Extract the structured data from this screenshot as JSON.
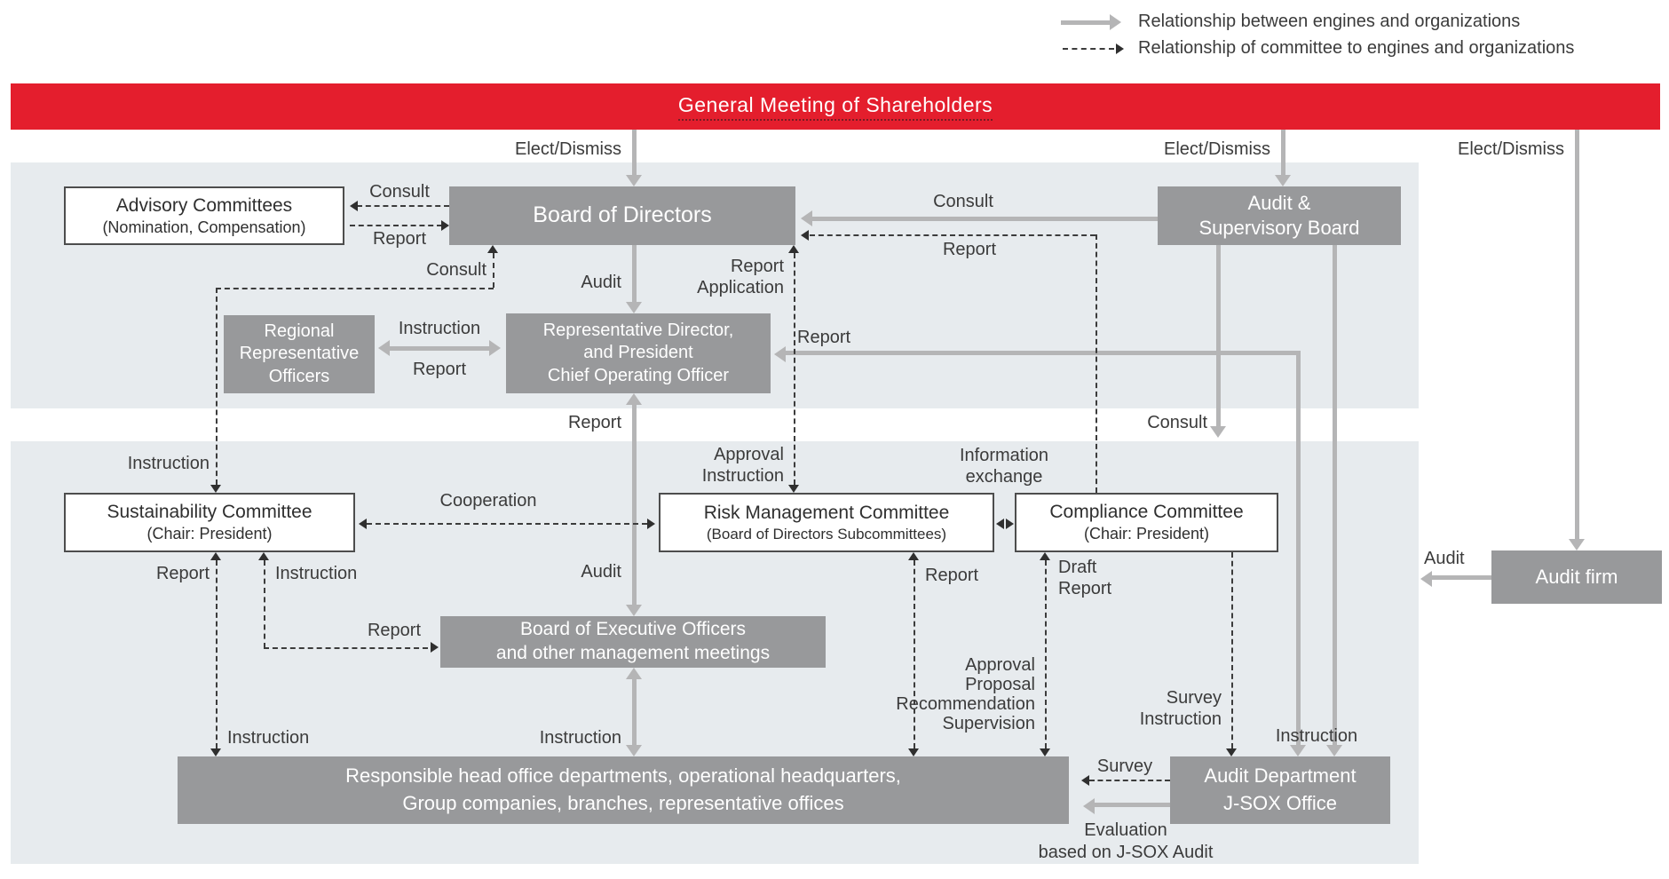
{
  "legend": {
    "solid_label": "Relationship between engines and organizations",
    "dashed_label": "Relationship of committee to engines and organizations"
  },
  "banner": {
    "title": "General Meeting of Shareholders"
  },
  "colors": {
    "accent_red": "#e41e2d",
    "panel": "#e7ebee",
    "box_gray": "#98999b",
    "arrow_gray": "#b5b5b6",
    "dashed_dark": "#3c3c3c"
  },
  "boxes": {
    "advisory": {
      "line1": "Advisory Committees",
      "line2": "(Nomination, Compensation)"
    },
    "bod": {
      "label": "Board of Directors"
    },
    "asb": {
      "line1": "Audit &",
      "line2": "Supervisory Board"
    },
    "regional": {
      "line1": "Regional",
      "line2": "Representative",
      "line3": "Officers"
    },
    "repdir": {
      "line1": "Representative Director,",
      "line2": "and President",
      "line3": "Chief Operating Officer"
    },
    "sustainability": {
      "line1": "Sustainability Committee",
      "line2": "(Chair: President)"
    },
    "risk": {
      "line1": "Risk Management Committee",
      "line2": "(Board of Directors Subcommittees)"
    },
    "compliance": {
      "line1": "Compliance Committee",
      "line2": "(Chair: President)"
    },
    "executive": {
      "line1": "Board of Executive Officers",
      "line2": "and other management meetings"
    },
    "responsible": {
      "line1": "Responsible head office departments, operational headquarters,",
      "line2": "Group companies, branches, representative offices"
    },
    "audit_dept": {
      "line1": "Audit Department",
      "line2": "J-SOX Office"
    },
    "audit_firm": {
      "label": "Audit firm"
    }
  },
  "labels": {
    "elect_dismiss_1": "Elect/Dismiss",
    "elect_dismiss_2": "Elect/Dismiss",
    "elect_dismiss_3": "Elect/Dismiss",
    "consult_1": "Consult",
    "report_1": "Report",
    "consult_2": "Consult",
    "report_2": "Report",
    "audit_1": "Audit",
    "consult_3": "Consult",
    "instruction_1": "Instruction",
    "report_3": "Report",
    "application": "Application",
    "approval_1": "Approval",
    "instruction_2": "Instruction",
    "instruction_3": "Instruction",
    "report_4": "Report",
    "report_5": "Report",
    "consult_4": "Consult",
    "report_6": "Report",
    "audit_2": "Audit",
    "cooperation": "Cooperation",
    "information": "Information",
    "exchange": "exchange",
    "report_7": "Report",
    "instruction_4": "Instruction",
    "report_8": "Report",
    "report_9": "Report",
    "draft": "Draft",
    "report_10": "Report",
    "approval_2": "Approval",
    "proposal": "Proposal",
    "recommendation": "Recommendation",
    "supervision": "Supervision",
    "instruction_5": "Instruction",
    "instruction_6": "Instruction",
    "instruction_7": "Instruction",
    "survey_1": "Survey",
    "instruction_8": "Instruction",
    "survey_2": "Survey",
    "evaluation_1": "Evaluation",
    "evaluation_2": "based on J-SOX Audit",
    "audit_3": "Audit"
  }
}
